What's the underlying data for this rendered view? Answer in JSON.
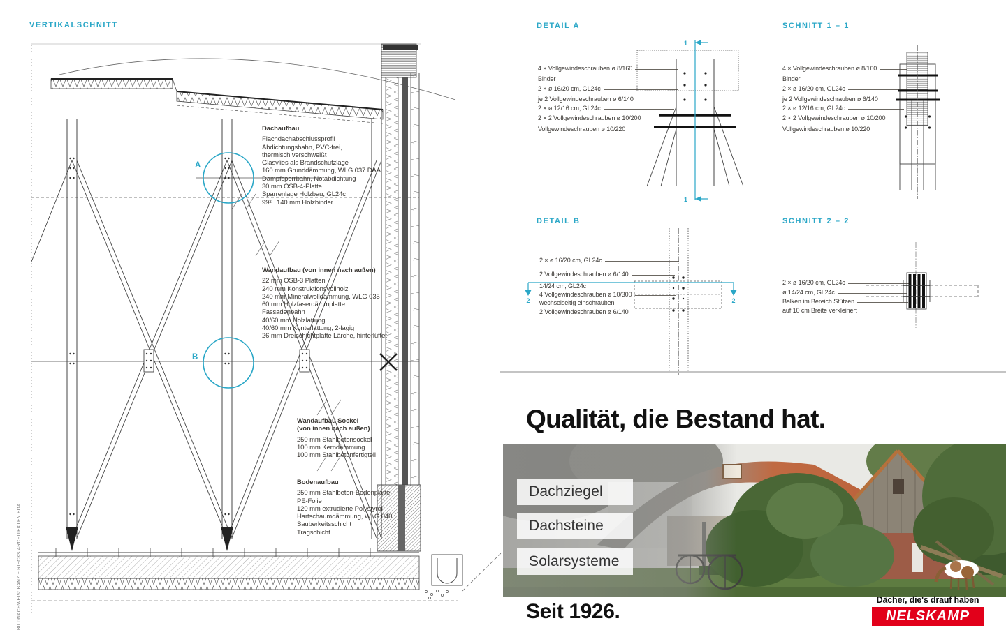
{
  "colors": {
    "accent": "#2aa7c7",
    "logo_red": "#e2001a"
  },
  "credit": "BILDNACHWEIS: BANZ + RIECKS ARCHITEKTEN BDA",
  "vertikalschnitt": {
    "title": "VERTIKALSCHNITT",
    "marker_a": "A",
    "marker_b": "B",
    "blocks": {
      "dach": {
        "title": "Dachaufbau",
        "lines": [
          "Flachdachabschlussprofil",
          "Abdichtungsbahn, PVC-frei,",
          "thermisch verschweißt",
          "Glasvlies als Brandschutzlage",
          "160 mm Grunddämmung, WLG 037 DAA",
          "Dampfsperrbahn, Notabdichtung",
          "30 mm OSB-4-Platte",
          "Sparrenlage Holzbau, GL24c",
          "99²...140 mm Holzbinder"
        ]
      },
      "wand": {
        "title": "Wandaufbau (von innen nach außen)",
        "lines": [
          "22 mm OSB-3 Platten",
          "240 mm Konstruktionsvollholz",
          "240 mm Mineralwolldämmung, WLG 035",
          "60 mm Holzfaserdämmplatte",
          "Fassadenbahn",
          "40/60 mm Holzlattung",
          "40/60 mm Konterlattung, 2-lagig",
          "26 mm Dreischichtplatte Lärche, hinterlüftet"
        ]
      },
      "sockel": {
        "title": "Wandaufbau Sockel",
        "subtitle": "(von innen nach außen)",
        "lines": [
          "250 mm Stahlbetonsockel",
          "100 mm Kerndämmung",
          "100 mm Stahlbetonfertigteil"
        ]
      },
      "boden": {
        "title": "Bodenaufbau",
        "lines": [
          "250 mm Stahlbeton-Bodenplatte",
          "PE-Folie",
          "120 mm extrudierte Polystyrol-",
          "Hartschaumdämmung, WLG 040",
          "Sauberkeitsschicht",
          "Tragschicht"
        ]
      }
    }
  },
  "detail_a": {
    "title": "DETAIL A",
    "cut_label": "1",
    "labels": [
      "4 × Vollgewindeschrauben ø 8/160",
      "Binder",
      "2 × ø 16/20 cm, GL24c",
      "je 2 Vollgewindeschrauben ø 6/140",
      "2 × ø 12/16 cm, GL24c",
      "2 × 2 Vollgewindeschrauben ø 10/200",
      "Vollgewindeschrauben ø 10/220"
    ]
  },
  "schnitt_1": {
    "title": "SCHNITT 1 – 1",
    "labels": [
      "4 × Vollgewindeschrauben ø 8/160",
      "Binder",
      "2 × ø 16/20 cm, GL24c",
      "je 2 Vollgewindeschrauben ø 6/140",
      "2 × ø 12/16 cm, GL24c",
      "2 × 2 Vollgewindeschrauben ø 10/200",
      "Vollgewindeschrauben ø 10/220"
    ]
  },
  "detail_b": {
    "title": "DETAIL B",
    "cut_label": "2",
    "labels": [
      "2 × ø 16/20 cm, GL24c",
      "2 Vollgewindeschrauben ø 6/140",
      "14/24 cm, GL24c",
      "4 Vollgewindeschrauben ø 10/300",
      "wechselseitig einschrauben",
      "2 Vollgewindeschrauben ø 6/140"
    ]
  },
  "schnitt_2": {
    "title": "SCHNITT 2 – 2",
    "labels": [
      "2 × ø 16/20 cm, GL24c",
      "ø 14/24 cm, GL24c",
      "Balken im Bereich Stützen",
      "auf 10 cm Breite verkleinert"
    ]
  },
  "ad": {
    "headline": "Qualität, die Bestand hat.",
    "products": [
      "Dachziegel",
      "Dachsteine",
      "Solarsysteme"
    ],
    "since": "Seit 1926.",
    "logo_tagline": "Dächer, die's drauf haben",
    "logo_name": "NELSKAMP"
  }
}
